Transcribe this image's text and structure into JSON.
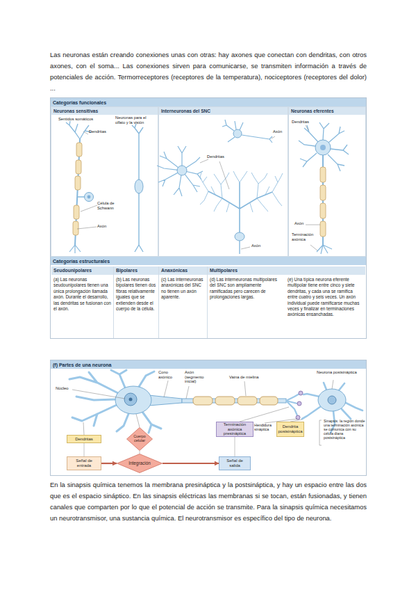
{
  "diagram": {
    "nodes": [
      {
        "text": [
          "Categorías funcionales"
        ]
      },
      {
        "text": [
          "Neuronas sensitivas"
        ]
      },
      {
        "text": [
          "Interneuronas del SNC"
        ]
      },
      {
        "text": [
          "Neuronas eferentes"
        ]
      },
      {
        "text": [
          "Categorías estructurales"
        ]
      },
      {
        "text": [
          "Seudounipolares",
          "(a) Las neuronas seudounipolares tienen una única prolongación llamada axón. Durante el desarrollo, las dendritas se fusionan con el axón."
        ]
      },
      {
        "text": [
          "Bipolares",
          "(b) Las neuronas bipolares tienen dos fibras relativamente iguales que se extienden desde el cuerpo de la célula."
        ]
      },
      {
        "text": [
          "Anaxónicas",
          "(c) Las interneuronas anaxónicas del SNC no tienen un axón aparente."
        ]
      },
      {
        "text": [
          "Multipolares",
          "(d) Las interneuronas multipolares del SNC son ampliamente ramificadas pero carecen de prolongaciones largas."
        ]
      },
      {
        "text": [
          "(e) Una típica neurona eferente multipolar tiene entre cinco y siete dendritas, y cada una se ramifica entre cuatro y seis veces. Un axón individual puede ramificarse muchas veces y finalizar en terminaciones axónicas ensanchadas."
        ]
      },
      {
        "text": [
          "(f) Partes de una neurona"
        ]
      },
      {
        "text": [
          "Dendritas"
        ]
      },
      {
        "text": [
          "Cuerpo celular"
        ]
      },
      {
        "text": [
          "Terminación axónica presináptica"
        ]
      },
      {
        "text": [
          "Dendrita postsináptica"
        ]
      },
      {
        "text": [
          "Señal de entrada"
        ]
      },
      {
        "text": [
          "Integración"
        ]
      },
      {
        "text": [
          "Señal de salida"
        ]
      }
    ],
    "edges": [
      {
        "from": 11,
        "to": 15,
        "arrow": "none"
      },
      {
        "from": 12,
        "to": 16,
        "arrow": "none"
      },
      {
        "from": 13,
        "to": 17,
        "arrow": "none"
      },
      {
        "from": 15,
        "to": 16,
        "arrow": "to"
      },
      {
        "from": 16,
        "to": 17,
        "arrow": "to"
      }
    ],
    "labels": [
      "Las neuronas están creando conexiones unas con otras: hay axones que conectan con dendritas, con otros axones, con el soma... Las conexiones sirven para comunicarse, se transmiten información a través de potenciales de acción. Termorreceptores (receptores de la temperatura), nociceptores (receptores del dolor) ...",
      "Sentidos somáticos",
      "Neuronas para el olfato y la visión",
      "Dendritas",
      "Axón",
      "Dendritas",
      "Dendritas",
      "Célula de Schwann",
      "Axón",
      "Axón",
      "Axón",
      "Terminación axónica",
      "Núcleo",
      "Cono axónico",
      "Axón (segmento inicial)",
      "Vaina de mielina",
      "Neurona postsináptica",
      "Hendidura sináptica",
      "Sinapsis: la región donde una terminación axónica se comunica con su célula diana postsináptica",
      "En la sinapsis química tenemos la membrana presináptica y la postsináptica, y hay un espacio entre las dos que es el espacio sináptico. En las sinapsis eléctricas las membranas si se tocan, están fusionadas, y tienen canales que comparten por lo que el potencial de acción se transmite. Para la sinapsis química necesitamos un neurotransmisor, una sustancia química. El neurotransmisor es específico del tipo de neurona."
    ]
  }
}
